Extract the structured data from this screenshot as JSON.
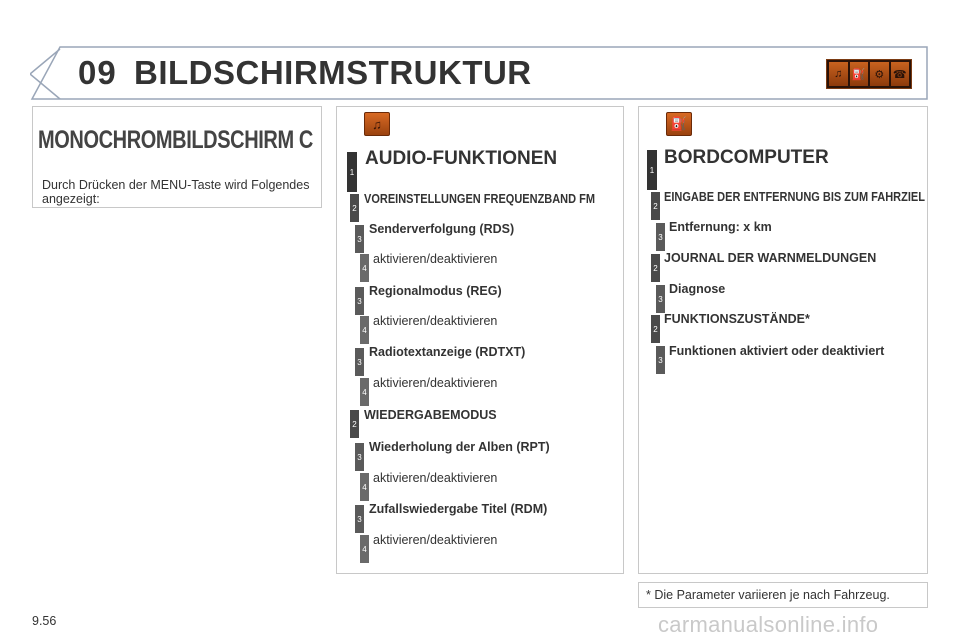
{
  "header": {
    "chapter_number": "09",
    "chapter_title": "BILDSCHIRMSTRUKTUR",
    "display_icon": "audio-display-icon"
  },
  "left": {
    "title": "MONOCHROMBILDSCHIRM C",
    "intro": "Durch Drücken der MENU-Taste wird Folgendes angezeigt:"
  },
  "audio": {
    "icon": "audio-note-icon",
    "title": "AUDIO-FUNKTIONEN",
    "level_1": "1",
    "items": [
      {
        "level": "2",
        "label": "VOREINSTELLUNGEN FREQUENZBAND FM"
      },
      {
        "level": "3",
        "label": "Senderverfolgung (RDS)"
      },
      {
        "level": "4",
        "label": "aktivieren/deaktivieren"
      },
      {
        "level": "3",
        "label": "Regionalmodus (REG)"
      },
      {
        "level": "4",
        "label": "aktivieren/deaktivieren"
      },
      {
        "level": "3",
        "label": "Radiotextanzeige (RDTXT)"
      },
      {
        "level": "4",
        "label": "aktivieren/deaktivieren"
      },
      {
        "level": "2",
        "label": "WIEDERGABEMODUS"
      },
      {
        "level": "3",
        "label": "Wiederholung der Alben (RPT)"
      },
      {
        "level": "4",
        "label": "aktivieren/deaktivieren"
      },
      {
        "level": "3",
        "label": "Zufallswiedergabe Titel (RDM)"
      },
      {
        "level": "4",
        "label": "aktivieren/deaktivieren"
      }
    ]
  },
  "bordcomputer": {
    "icon": "fuel-pump-icon",
    "title": "BORDCOMPUTER",
    "level_1": "1",
    "items": [
      {
        "level": "2",
        "label": "EINGABE DER ENTFERNUNG BIS ZUM FAHRZIEL"
      },
      {
        "level": "3",
        "label": "Entfernung: x km"
      },
      {
        "level": "2",
        "label": "JOURNAL DER WARNMELDUNGEN"
      },
      {
        "level": "3",
        "label": "Diagnose"
      },
      {
        "level": "2",
        "label": "FUNKTIONSZUSTÄNDE*"
      },
      {
        "level": "3",
        "label": "Funktionen aktiviert oder deaktiviert"
      }
    ]
  },
  "footnote": "* Die Parameter variieren je nach Fahrzeug.",
  "page_number": "9.56",
  "watermark": "carmanualsonline.info"
}
